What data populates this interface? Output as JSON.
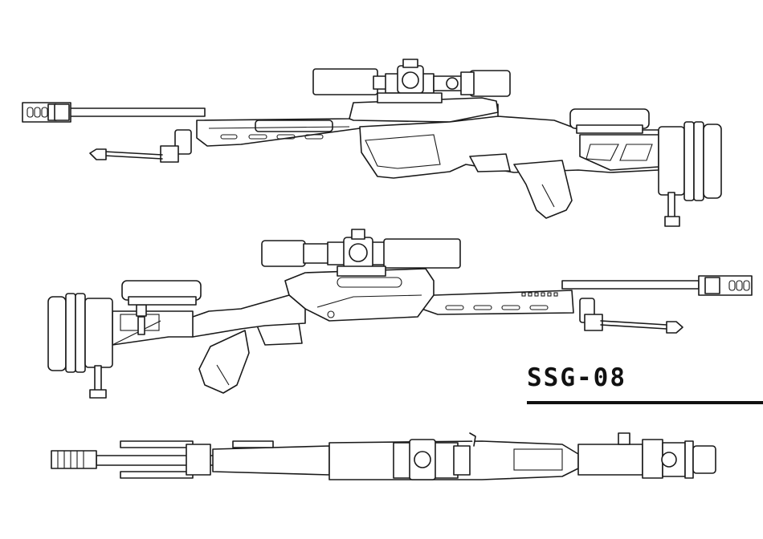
{
  "title": "SSG-08",
  "colors": {
    "line": "#1a1a1a",
    "background": "#ffffff"
  },
  "views": [
    "right-side-view",
    "left-side-view",
    "top-view"
  ]
}
